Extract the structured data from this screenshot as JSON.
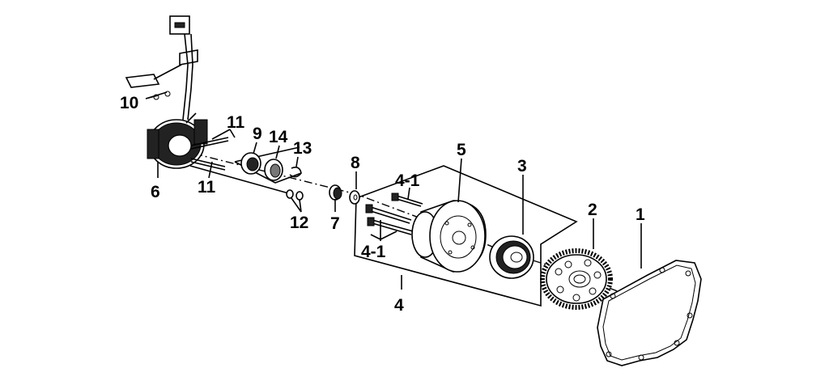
{
  "diagram": {
    "callouts": [
      {
        "id": "c1",
        "text": "1"
      },
      {
        "id": "c2",
        "text": "2"
      },
      {
        "id": "c3",
        "text": "3"
      },
      {
        "id": "c4",
        "text": "4"
      },
      {
        "id": "c4a",
        "text": "4-1"
      },
      {
        "id": "c4b",
        "text": "4-1"
      },
      {
        "id": "c5",
        "text": "5"
      },
      {
        "id": "c6",
        "text": "6"
      },
      {
        "id": "c7",
        "text": "7"
      },
      {
        "id": "c8",
        "text": "8"
      },
      {
        "id": "c9",
        "text": "9"
      },
      {
        "id": "c10",
        "text": "10"
      },
      {
        "id": "c11a",
        "text": "11"
      },
      {
        "id": "c11b",
        "text": "11"
      },
      {
        "id": "c12",
        "text": "12"
      },
      {
        "id": "c13",
        "text": "13"
      },
      {
        "id": "c14",
        "text": "14"
      }
    ]
  }
}
